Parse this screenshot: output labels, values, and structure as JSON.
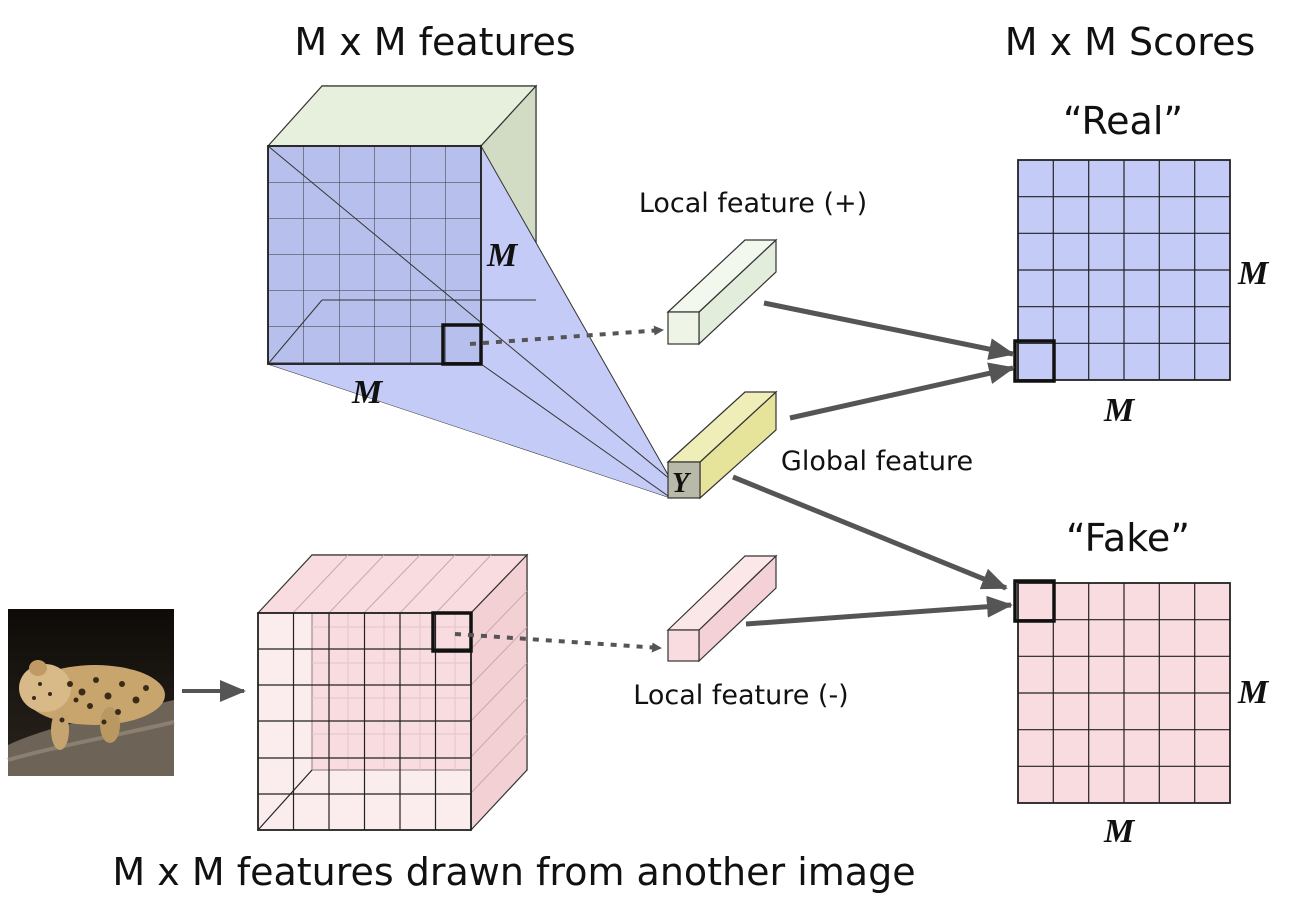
{
  "labels": {
    "top_features": "M x M features",
    "top_scores": "M x M Scores",
    "real": "“Real”",
    "fake": "“Fake”",
    "local_pos": "Local feature (+)",
    "local_neg": "Local feature (-)",
    "global": "Global feature",
    "bottom_caption": "M x M features drawn from another image",
    "m": "M",
    "y": "Y"
  },
  "colors": {
    "blue_fill": "#c5cbf7",
    "blue_back": "#e6f0dc",
    "pink_fill": "#f8dcdf",
    "green_bar": "#eef4e6",
    "yellow_bar": "#e6e39a",
    "arrow": "#555555"
  },
  "icons": {
    "leopard": "leopard-photo"
  }
}
